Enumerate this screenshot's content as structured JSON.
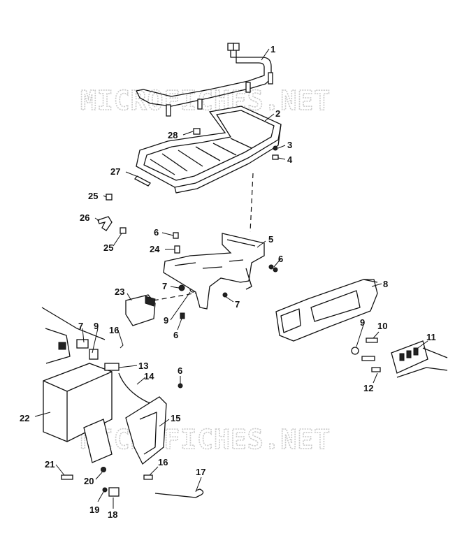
{
  "watermark": "MICROFICHES.NET",
  "callouts": [
    {
      "n": "1"
    },
    {
      "n": "2"
    },
    {
      "n": "3"
    },
    {
      "n": "4"
    },
    {
      "n": "28"
    },
    {
      "n": "27"
    },
    {
      "n": "25"
    },
    {
      "n": "26"
    },
    {
      "n": "25"
    },
    {
      "n": "6"
    },
    {
      "n": "24"
    },
    {
      "n": "5"
    },
    {
      "n": "6"
    },
    {
      "n": "23"
    },
    {
      "n": "7"
    },
    {
      "n": "7"
    },
    {
      "n": "9"
    },
    {
      "n": "6"
    },
    {
      "n": "8"
    },
    {
      "n": "7"
    },
    {
      "n": "9"
    },
    {
      "n": "16"
    },
    {
      "n": "13"
    },
    {
      "n": "14"
    },
    {
      "n": "9"
    },
    {
      "n": "10"
    },
    {
      "n": "11"
    },
    {
      "n": "12"
    },
    {
      "n": "6"
    },
    {
      "n": "22"
    },
    {
      "n": "15"
    },
    {
      "n": "21"
    },
    {
      "n": "16"
    },
    {
      "n": "20"
    },
    {
      "n": "17"
    },
    {
      "n": "19"
    },
    {
      "n": "18"
    }
  ]
}
